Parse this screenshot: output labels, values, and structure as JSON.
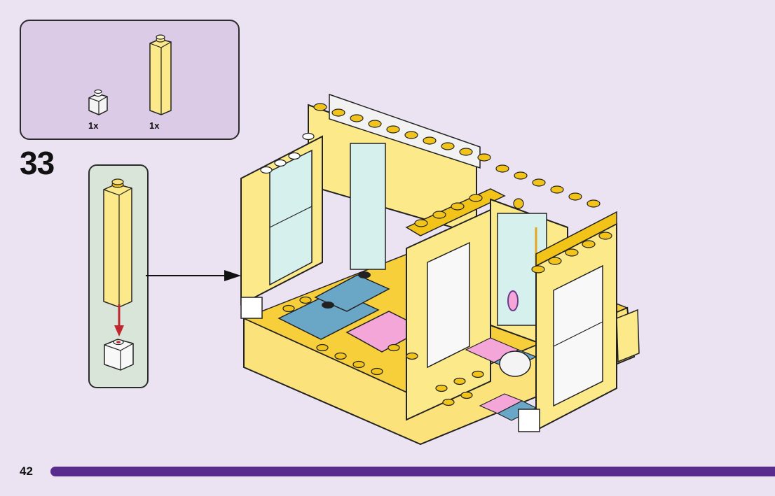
{
  "parts_list": {
    "items": [
      {
        "part": "white-1x1-brick-icon",
        "quantity": "1x",
        "color": "#f4f4f4"
      },
      {
        "part": "yellow-1x1-column-brick-icon",
        "quantity": "1x",
        "color": "#fbe98a"
      }
    ]
  },
  "step": {
    "number": "33"
  },
  "page": {
    "number": "42"
  },
  "colors": {
    "background": "#ece3f2",
    "parts_panel": "#dccbe6",
    "sub_panel": "#dae5da",
    "brick_yellow": "#fbe27a",
    "stud_yellow": "#f2c318",
    "tile_blue": "#6aa6c6",
    "tile_pink": "#f4a6d8",
    "window_glass": "#d6f0ee",
    "page_bar": "#5a2b8f"
  }
}
